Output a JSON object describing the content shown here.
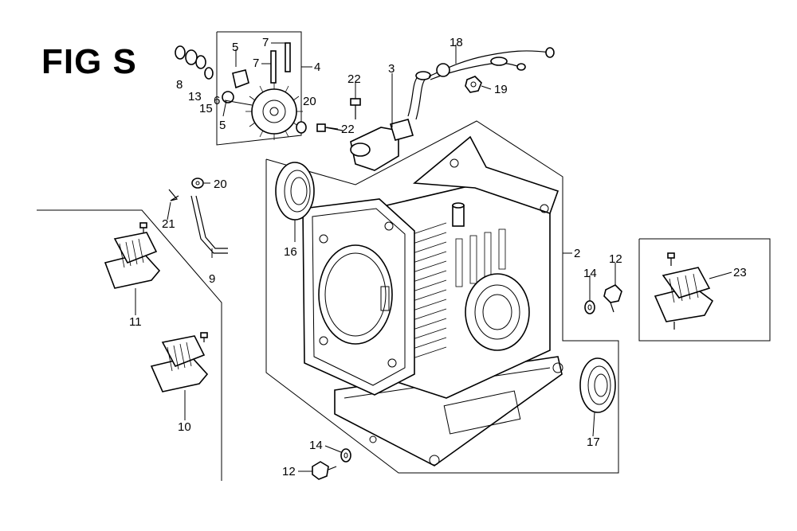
{
  "figure": {
    "title": "FIG S"
  },
  "callouts": {
    "c2": "2",
    "c3": "3",
    "c4": "4",
    "c5a": "5",
    "c5b": "5",
    "c6": "6",
    "c7a": "7",
    "c7b": "7",
    "c8": "8",
    "c9": "9",
    "c10": "10",
    "c11": "11",
    "c12a": "12",
    "c12b": "12",
    "c13": "13",
    "c14a": "14",
    "c14b": "14",
    "c15": "15",
    "c16": "16",
    "c17": "17",
    "c18": "18",
    "c19": "19",
    "c20a": "20",
    "c20b": "20",
    "c21": "21",
    "c22a": "22",
    "c22b": "22",
    "c23": "23"
  }
}
